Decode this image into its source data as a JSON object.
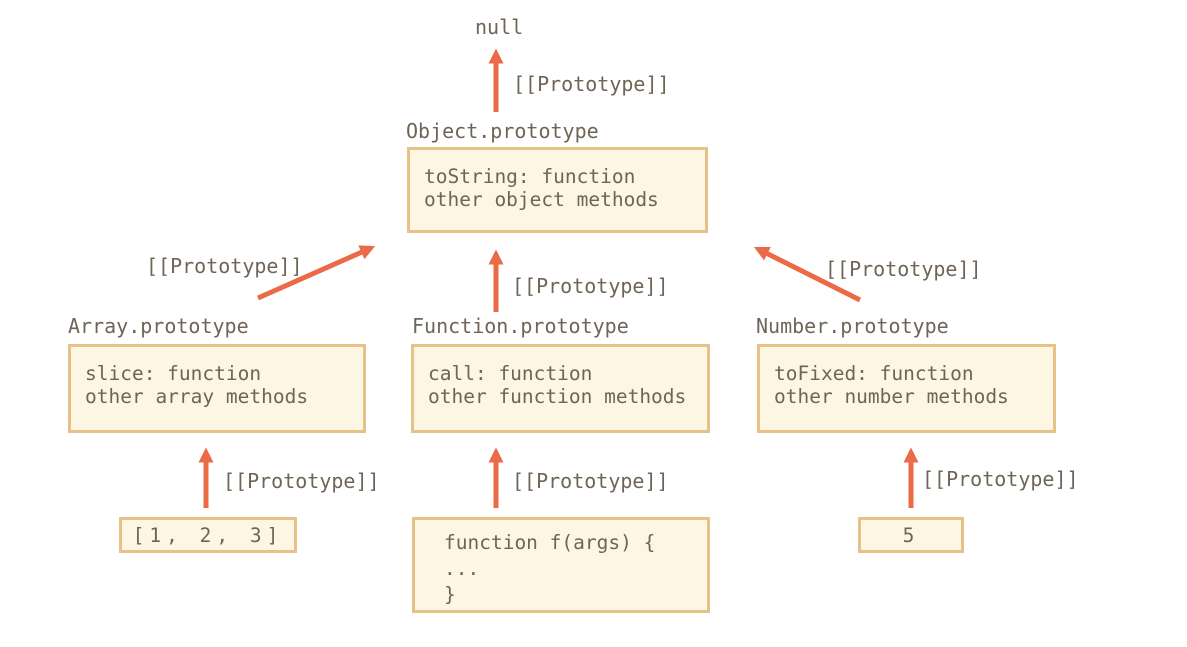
{
  "diagram": {
    "nodes": {
      "null_node": {
        "label": "null"
      },
      "object_prototype": {
        "title": "Object.prototype",
        "lines": [
          "toString: function",
          "other object methods"
        ]
      },
      "array_prototype": {
        "title": "Array.prototype",
        "lines": [
          "slice: function",
          "other array methods"
        ]
      },
      "function_prototype": {
        "title": "Function.prototype",
        "lines": [
          "call: function",
          "other function methods"
        ]
      },
      "number_prototype": {
        "title": "Number.prototype",
        "lines": [
          "toFixed: function",
          "other number methods"
        ]
      },
      "array_value": {
        "label": "[1, 2, 3]"
      },
      "function_value": {
        "lines": [
          "function f(args) {",
          "...",
          "}"
        ]
      },
      "number_value": {
        "label": "5"
      }
    },
    "edges": [
      {
        "from": "object_prototype",
        "to": "null_node",
        "label": "[[Prototype]]"
      },
      {
        "from": "array_prototype",
        "to": "object_prototype",
        "label": "[[Prototype]]"
      },
      {
        "from": "function_prototype",
        "to": "object_prototype",
        "label": "[[Prototype]]"
      },
      {
        "from": "number_prototype",
        "to": "object_prototype",
        "label": "[[Prototype]]"
      },
      {
        "from": "array_value",
        "to": "array_prototype",
        "label": "[[Prototype]]"
      },
      {
        "from": "function_value",
        "to": "function_prototype",
        "label": "[[Prototype]]"
      },
      {
        "from": "number_value",
        "to": "number_prototype",
        "label": "[[Prototype]]"
      }
    ],
    "colors": {
      "background": "#ffffff",
      "arrow": "#eb6a47",
      "box_border": "#e6c289",
      "box_fill": "#fcf6e3",
      "text": "#6f6557"
    }
  }
}
